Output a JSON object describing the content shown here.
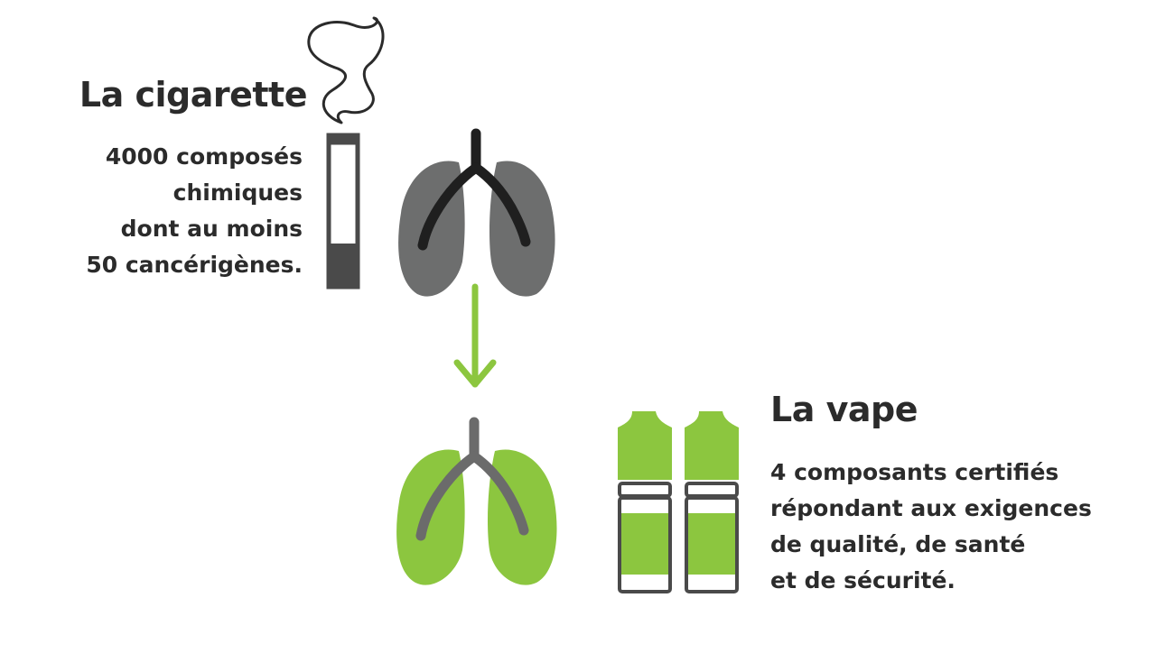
{
  "cigarette": {
    "title": "La cigarette",
    "description_lines": [
      "4000 composés",
      "chimiques",
      "dont au moins",
      "50 cancérigènes."
    ]
  },
  "vape": {
    "title": "La vape",
    "description_lines": [
      "4 composants certifiés",
      "répondant aux exigences",
      "de qualité, de santé",
      "et de sécurité."
    ]
  },
  "colors": {
    "text": "#2b2b2b",
    "smoker_lungs": "#6d6e6e",
    "trachea_dark": "#1f1f1f",
    "healthy_lungs": "#8cc63f",
    "trachea_grey": "#6b6b6b",
    "arrow": "#8cc63f",
    "outline": "#4a4a4a"
  },
  "icons": [
    "smoke-icon",
    "cigarette-icon",
    "smoker-lungs-icon",
    "arrow-down-icon",
    "healthy-lungs-icon",
    "eliquid-bottle-icon"
  ]
}
